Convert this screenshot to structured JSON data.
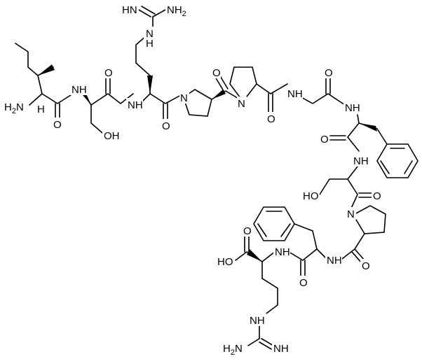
{
  "molecule": {
    "atom_labels": {
      "guanidine1_imine": "HN",
      "guanidine1_amine": "NH2",
      "guanidine1_nh": "N",
      "guanidine1_nh_h": "H",
      "ile_amine": "H2N",
      "ile_alpha_h": "H",
      "ile_ser_nh": "NH",
      "ile_carbonyl_o": "O",
      "ser1_carbonyl_o": "O",
      "ser1_hydroxyl": "OH",
      "arg1_nh": "NH",
      "arg1_carbonyl_o": "O",
      "pro1_n": "N",
      "pro1_carbonyl_o": "O",
      "pro2_n": "N",
      "pro2_carbonyl_o": "O",
      "gly_nh": "NH",
      "gly_carbonyl_o": "O",
      "phe1_nh": "NH",
      "phe1_carbonyl_o": "O",
      "ser2_nh": "NH",
      "ser2_hydroxyl": "HO",
      "ser2_carbonyl_o": "O",
      "pro3_n": "N",
      "pro3_carbonyl_o": "O",
      "phe2_nh": "NH",
      "phe2_carbonyl_o": "O",
      "arg2_nh": "NH",
      "acid_o": "O",
      "acid_oh": "HO",
      "guanidine2_nh": "NH",
      "guanidine2_amine": "H2N",
      "guanidine2_imine": "NH"
    }
  }
}
